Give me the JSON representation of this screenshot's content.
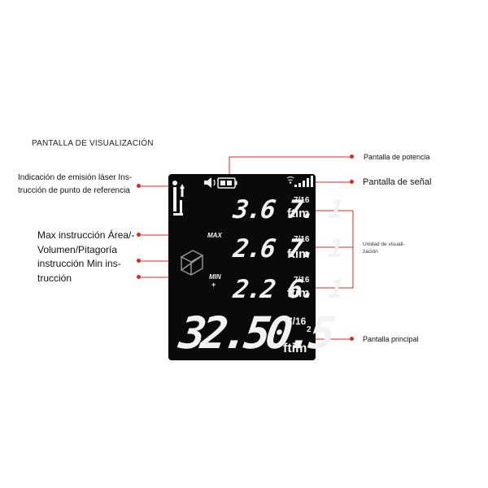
{
  "title": "PANTALLA DE VISUALIZACIÓN",
  "labels": {
    "power": "Pantalla de potencia",
    "signal": "Pantalla de señal",
    "laser_line1": "Indicación de emisión láser Ins-",
    "laser_line2": "trucción de punto de referencia",
    "max_line1": "Max instrucción Área/-",
    "max_line2": "Volumen/Pitagoría",
    "min_line1": "instrucción Min ins-",
    "min_line2": "trucción",
    "unit_display_line1": "Unidad de visuali-",
    "unit_display_line2": "zación",
    "main_display": "Pantalla principal"
  },
  "screen": {
    "max_tag": "MAX",
    "min_tag": "MIN",
    "plus_tag": "+",
    "rows": [
      {
        "value": "3.6 7. 1",
        "fraction": "7/16",
        "unit": "ftim"
      },
      {
        "value": "2.6 7. 1",
        "fraction": "7/16",
        "unit": "ftim"
      },
      {
        "value": "2.2 6. 1",
        "fraction": "7/16",
        "unit": "ftim"
      }
    ],
    "main": {
      "value": "32.50.5",
      "fraction": "7/16",
      "superscript": "2",
      "unit": "ftim"
    }
  },
  "colors": {
    "leader": "#d92b20",
    "screen_bg": "#0a0a0a",
    "segment": "#f2f2f2"
  },
  "icons": [
    "speaker-icon",
    "battery-icon",
    "signal-bars-icon",
    "laser-icon",
    "reference-point-icon",
    "cube-icon"
  ]
}
